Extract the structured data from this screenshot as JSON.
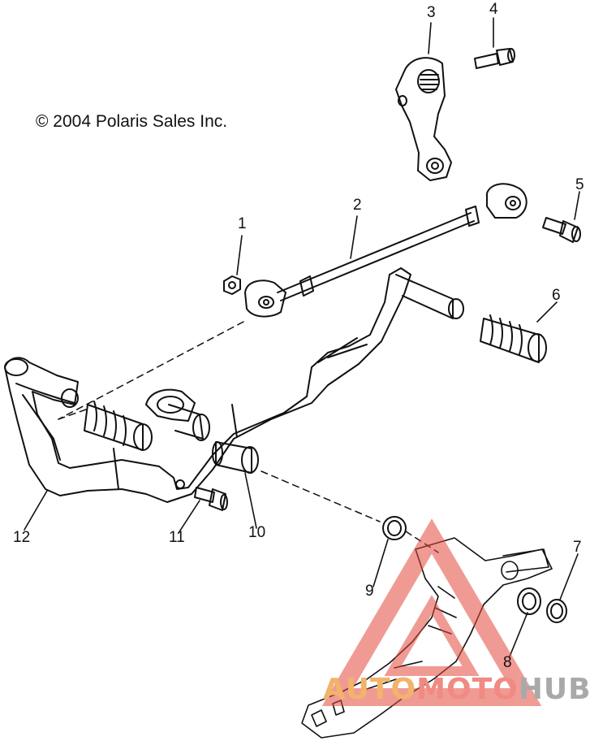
{
  "copyright": "© 2004 Polaris Sales Inc.",
  "callouts": [
    "1",
    "2",
    "3",
    "4",
    "5",
    "6",
    "7",
    "8",
    "9",
    "10",
    "11",
    "12"
  ],
  "watermark": {
    "part1": "AUTO",
    "part2": "MOTO",
    "part3": "HUB"
  },
  "colors": {
    "line": "#111111",
    "watermark_red": "#e24a3e",
    "watermark_orange": "#f2b46a",
    "watermark_gray": "#a9a9a9"
  }
}
